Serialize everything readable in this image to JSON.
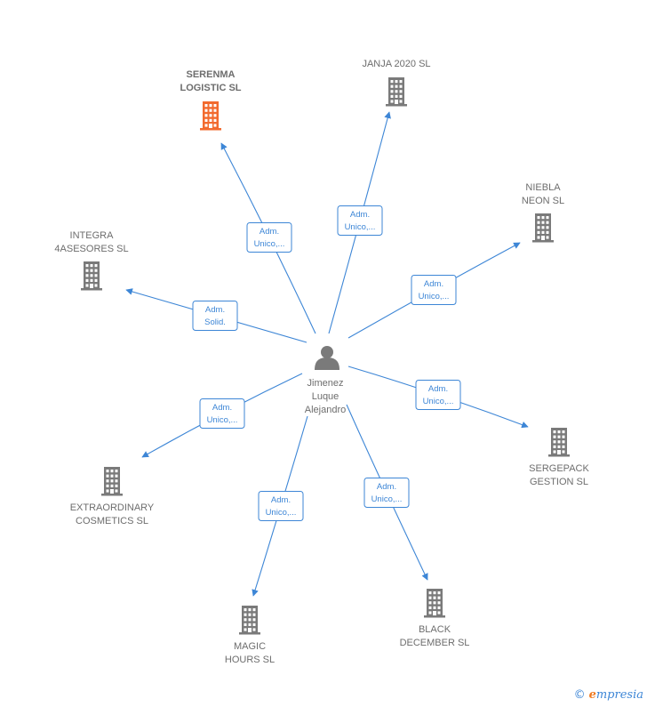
{
  "center": {
    "name_lines": [
      "Jimenez",
      "Luque",
      "Alejandro"
    ],
    "icon": "person-icon"
  },
  "companies": [
    {
      "id": "serenma",
      "lines": [
        "SERENMA",
        "LOGISTIC  SL"
      ],
      "highlight": true,
      "color": "#f26a2e",
      "icon": "building-icon"
    },
    {
      "id": "janja",
      "lines": [
        "JANJA 2020  SL"
      ],
      "highlight": false,
      "color": "#7a7a7a",
      "icon": "building-icon"
    },
    {
      "id": "niebla",
      "lines": [
        "NIEBLA",
        "NEON  SL"
      ],
      "highlight": false,
      "color": "#7a7a7a",
      "icon": "building-icon"
    },
    {
      "id": "integra",
      "lines": [
        "INTEGRA",
        "4ASESORES  SL"
      ],
      "highlight": false,
      "color": "#7a7a7a",
      "icon": "building-icon"
    },
    {
      "id": "sergepack",
      "lines": [
        "SERGEPACK",
        "GESTION  SL"
      ],
      "highlight": false,
      "color": "#7a7a7a",
      "icon": "building-icon"
    },
    {
      "id": "extraordinary",
      "lines": [
        "EXTRAORDINARY",
        "COSMETICS  SL"
      ],
      "highlight": false,
      "color": "#7a7a7a",
      "icon": "building-icon"
    },
    {
      "id": "magic",
      "lines": [
        "MAGIC",
        "HOURS  SL"
      ],
      "highlight": false,
      "color": "#7a7a7a",
      "icon": "building-icon"
    },
    {
      "id": "black",
      "lines": [
        "BLACK",
        "DECEMBER  SL"
      ],
      "highlight": false,
      "color": "#7a7a7a",
      "icon": "building-icon"
    }
  ],
  "edges": [
    {
      "to": "serenma",
      "label": [
        "Adm.",
        "Unico,..."
      ]
    },
    {
      "to": "janja",
      "label": [
        "Adm.",
        "Unico,..."
      ]
    },
    {
      "to": "niebla",
      "label": [
        "Adm.",
        "Unico,..."
      ]
    },
    {
      "to": "integra",
      "label": [
        "Adm.",
        "Solid."
      ]
    },
    {
      "to": "sergepack",
      "label": [
        "Adm.",
        "Unico,..."
      ]
    },
    {
      "to": "extraordinary",
      "label": [
        "Adm.",
        "Unico,..."
      ]
    },
    {
      "to": "magic",
      "label": [
        "Adm.",
        "Unico,..."
      ]
    },
    {
      "to": "black",
      "label": [
        "Adm.",
        "Unico,..."
      ]
    }
  ],
  "colors": {
    "edge": "#3d86d6",
    "node": "#7a7a7a",
    "highlight": "#f26a2e"
  },
  "footer": {
    "copyright": "©",
    "brand_initial": "e",
    "brand_rest": "mpresia"
  }
}
